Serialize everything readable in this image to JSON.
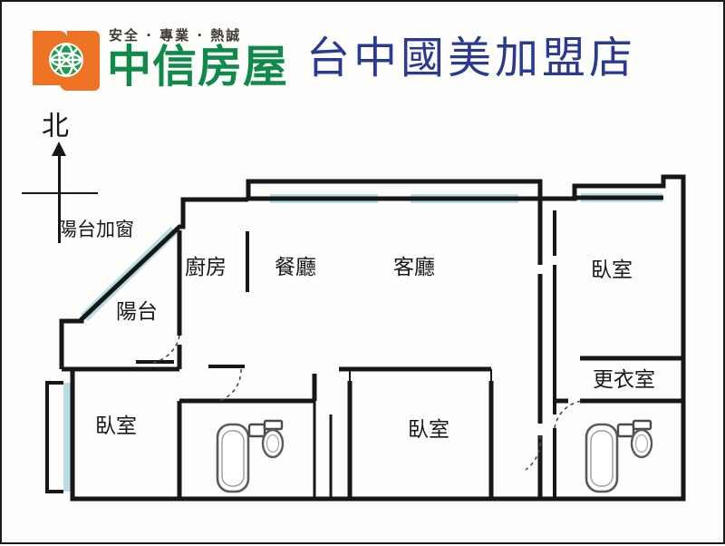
{
  "header": {
    "logo_icon": "chinatrust-globe-logo",
    "tagline": "安全 · 專業 · 熱誠",
    "brand_name": "中信房屋",
    "store_title": "台中國美加盟店",
    "brand_green": "#0f8a4a",
    "brand_orange": "#ee7324",
    "title_blue": "#2b3a8f"
  },
  "compass": {
    "label": "北",
    "icon": "north-arrow-icon"
  },
  "annotations": {
    "balcony_window": "陽台加窗"
  },
  "floorplan": {
    "wall_color": "#15171a",
    "window_color": "#b9dde0",
    "fixture_color": "#4a4a4a",
    "rooms": [
      {
        "key": "kitchen",
        "label": "廚房"
      },
      {
        "key": "dining",
        "label": "餐廳"
      },
      {
        "key": "living",
        "label": "客廳"
      },
      {
        "key": "balcony",
        "label": "陽台"
      },
      {
        "key": "bed_ne",
        "label": "臥室"
      },
      {
        "key": "closet",
        "label": "更衣室"
      },
      {
        "key": "bed_sw",
        "label": "臥室"
      },
      {
        "key": "bed_s",
        "label": "臥室"
      }
    ],
    "fixtures": [
      {
        "key": "bath_center",
        "icons": [
          "bathtub-icon",
          "sink-icon",
          "toilet-icon"
        ]
      },
      {
        "key": "bath_east",
        "icons": [
          "bathtub-icon",
          "sink-icon",
          "toilet-icon"
        ]
      }
    ]
  }
}
